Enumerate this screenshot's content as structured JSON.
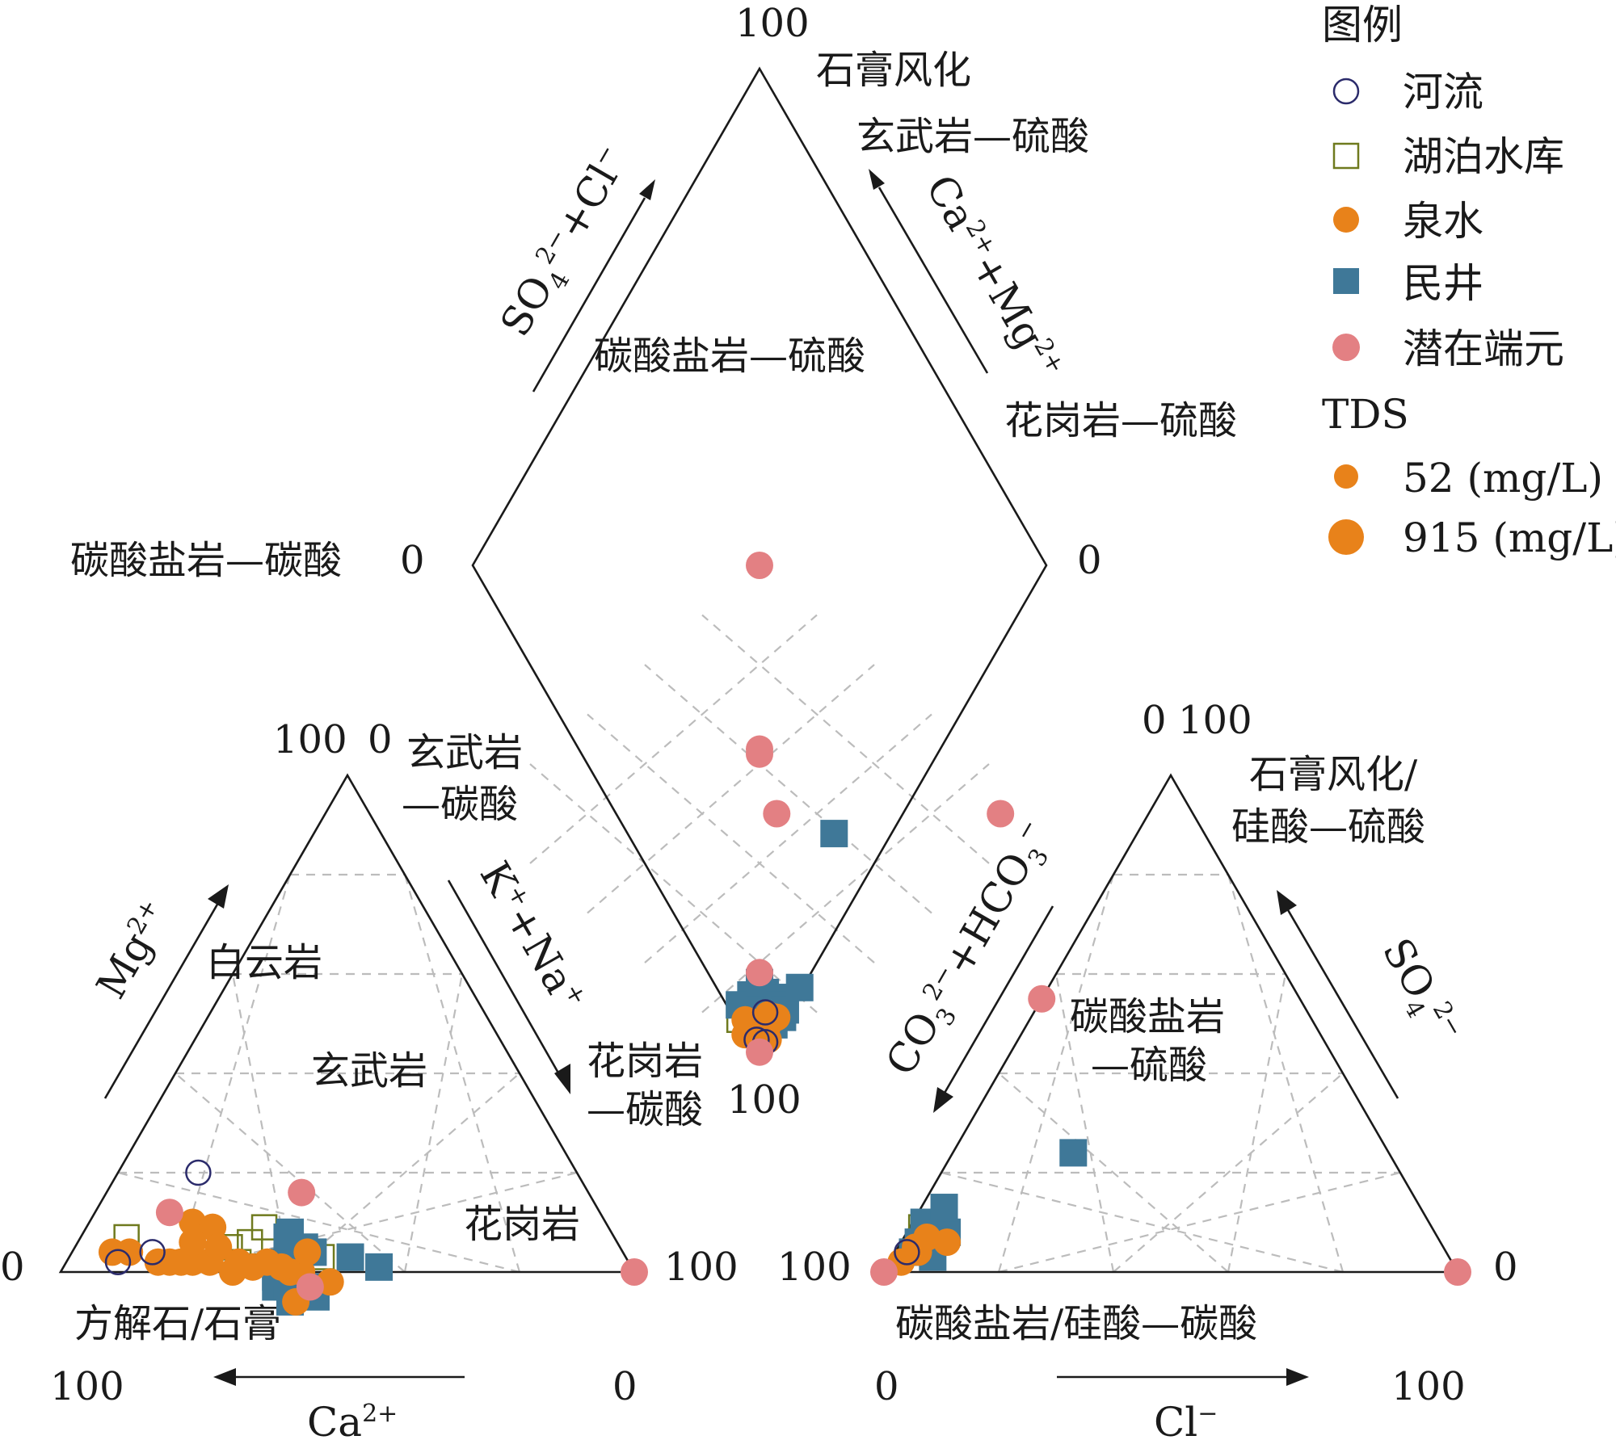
{
  "colors": {
    "river": "#2b2b6b",
    "lake": "#6f7a1e",
    "spring": "#e8821a",
    "well": "#3f7898",
    "endmember": "#e38083",
    "grid": "#bcbcbc",
    "frame": "#1a1a1a"
  },
  "chart_data": {
    "type": "scatter",
    "subtype": "piper-diagram",
    "cation_triangle": {
      "axes": [
        {
          "label": "Mg",
          "superscript": "2+",
          "direction": "up-left"
        },
        {
          "label": "K",
          "superscript": "+",
          "label2": "+Na",
          "superscript2": "+",
          "direction": "down-right"
        },
        {
          "label": "Ca",
          "superscript": "2+",
          "direction": "left"
        }
      ],
      "ticks": {
        "apex_left": "100",
        "apex_right": "0",
        "right_corner": "100",
        "left_corner": "0",
        "bottom_left": "100",
        "bottom_right": "0",
        "inner_right": "100"
      },
      "endmember_labels": [
        "玄武岩",
        "—碳酸",
        "白云岩",
        "玄武岩",
        "花岗岩",
        "—碳酸",
        "花岗岩",
        "方解石/石膏"
      ]
    },
    "anion_triangle": {
      "axes": [
        {
          "label": "CO",
          "subscript": "3",
          "superscript": "2−",
          "label2": "+HCO",
          "subscript2": "3",
          "superscript2": "−",
          "direction": "down-left"
        },
        {
          "label": "SO",
          "subscript": "4",
          "superscript": "2−",
          "direction": "up-right"
        },
        {
          "label": "Cl",
          "superscript": "−",
          "direction": "right"
        }
      ],
      "ticks": {
        "apex_left": "0",
        "apex_right": "100",
        "left_corner": "100",
        "right_corner": "0",
        "bottom_left": "0",
        "bottom_right": "100"
      },
      "endmember_labels": [
        "石膏风化/",
        "硅酸—硫酸",
        "碳酸盐岩",
        "—硫酸",
        "碳酸盐岩/硅酸—碳酸"
      ]
    },
    "diamond": {
      "axes": [
        {
          "label": "SO",
          "subscript": "4",
          "superscript": "2−",
          "label2": "+Cl",
          "superscript2": "−",
          "direction": "up-right"
        },
        {
          "label": "Ca",
          "superscript": "2+",
          "label2": "+Mg",
          "superscript2": "2+",
          "direction": "up-left"
        }
      ],
      "ticks": {
        "top": "100",
        "right": "0",
        "bottom": "100",
        "left": "0"
      },
      "endmember_labels": [
        "石膏风化",
        "玄武岩—硫酸",
        "碳酸盐岩—硫酸",
        "花岗岩—硫酸",
        "碳酸盐岩—碳酸"
      ]
    },
    "legend": {
      "title": "图例",
      "entries": [
        {
          "label": "河流",
          "marker": "open-circle",
          "color": "#2b2b6b"
        },
        {
          "label": "湖泊水库",
          "marker": "open-square",
          "color": "#6f7a1e"
        },
        {
          "label": "泉水",
          "marker": "filled-circle",
          "color": "#e8821a"
        },
        {
          "label": "民井",
          "marker": "filled-square",
          "color": "#3f7898"
        },
        {
          "label": "潜在端元",
          "marker": "filled-circle",
          "color": "#e38083"
        }
      ],
      "size_title": "TDS",
      "size_entries": [
        {
          "label": "52 (mg/L)",
          "value": 52
        },
        {
          "label": "915 (mg/L)",
          "value": 915
        }
      ]
    },
    "series": [
      {
        "name": "潜在端元",
        "marker": "filled-circle",
        "cation_points": [
          [
            0,
            100
          ],
          [
            58,
            45
          ],
          [
            50,
            34
          ],
          [
            75,
            13
          ]
        ],
        "anion_points": [
          [
            100,
            0
          ],
          [
            0,
            0
          ],
          [
            45,
            55
          ]
        ],
        "diamond_points": [
          [
            100,
            100
          ],
          [
            92,
            8
          ],
          [
            53,
            47
          ],
          [
            63,
            63
          ],
          [
            2,
            2
          ],
          [
            18,
            18
          ],
          [
            62,
            62
          ]
        ]
      },
      {
        "name": "河流",
        "marker": "open-circle",
        "cation_points": [
          [
            89,
            9
          ],
          [
            82,
            14
          ],
          [
            66,
            14
          ]
        ],
        "anion_points": [
          [
            94,
            4
          ]
        ],
        "diamond_points": [
          [
            5,
            3
          ],
          [
            11,
            9
          ],
          [
            4,
            5
          ]
        ]
      },
      {
        "name": "湖泊水库",
        "marker": "open-square",
        "cation_points": [
          [
            85,
            8
          ],
          [
            74,
            23
          ],
          [
            72,
            20
          ],
          [
            68,
            27
          ],
          [
            64,
            30
          ],
          [
            68,
            30
          ],
          [
            59,
            38
          ],
          [
            60,
            31
          ],
          [
            53,
            44
          ]
        ],
        "anion_points": [
          [
            90,
            6
          ],
          [
            86,
            8
          ],
          [
            89,
            9
          ]
        ],
        "diamond_points": [
          [
            9,
            11
          ],
          [
            10,
            12
          ],
          [
            12,
            10
          ],
          [
            14,
            12
          ],
          [
            8,
            7
          ],
          [
            5,
            6
          ],
          [
            5,
            12
          ]
        ]
      },
      {
        "name": "泉水",
        "marker": "filled-circle",
        "cation_points": [
          [
            89,
            7
          ],
          [
            86,
            10
          ],
          [
            82,
            16
          ],
          [
            80,
            18
          ],
          [
            76,
            22
          ],
          [
            73,
            25
          ],
          [
            72,
            18
          ],
          [
            70,
            30
          ],
          [
            69,
            22
          ],
          [
            68,
            30
          ],
          [
            66,
            33
          ],
          [
            63,
            35
          ],
          [
            60,
            40
          ],
          [
            58,
            42
          ],
          [
            62,
            44
          ],
          [
            61,
            38
          ],
          [
            54,
            48
          ],
          [
            55,
            41
          ],
          [
            70,
            25
          ],
          [
            78,
            20
          ],
          [
            74,
            20
          ]
        ],
        "anion_points": [
          [
            96,
            2
          ],
          [
            92,
            5
          ],
          [
            89,
            7
          ],
          [
            92,
            4
          ],
          [
            86,
            6
          ]
        ],
        "diamond_points": [
          [
            5,
            8
          ],
          [
            7,
            9
          ],
          [
            4,
            4
          ],
          [
            6,
            3
          ],
          [
            9,
            6
          ],
          [
            11,
            8
          ],
          [
            12,
            6
          ],
          [
            3,
            8
          ],
          [
            6,
            11
          ]
        ]
      },
      {
        "name": "民井",
        "marker": "filled-square",
        "cation_points": [
          [
            58,
            47
          ],
          [
            63,
            43
          ],
          [
            63,
            38
          ],
          [
            60,
            38
          ],
          [
            55,
            40
          ],
          [
            58,
            45
          ],
          [
            57,
            37
          ],
          [
            57,
            36
          ],
          [
            54,
            42
          ],
          [
            64,
            39
          ],
          [
            62,
            41
          ],
          [
            48,
            49
          ],
          [
            44,
            55
          ],
          [
            59,
            41
          ],
          [
            56,
            36
          ],
          [
            62,
            38
          ]
        ],
        "anion_points": [
          [
            93,
            4
          ],
          [
            90,
            6
          ],
          [
            90,
            3
          ],
          [
            87,
            7
          ],
          [
            85,
            8
          ],
          [
            88,
            10
          ],
          [
            83,
            13
          ],
          [
            91,
            6
          ],
          [
            55,
            24
          ]
        ],
        "diamond_points": [
          [
            12,
            13
          ],
          [
            10,
            12
          ],
          [
            15,
            13
          ],
          [
            15,
            10
          ],
          [
            12,
            15
          ],
          [
            16,
            10
          ],
          [
            13,
            5
          ],
          [
            8,
            15
          ],
          [
            10,
            5
          ],
          [
            10,
            8
          ],
          [
            16,
            16
          ],
          [
            15,
            8
          ],
          [
            15,
            6
          ],
          [
            22,
            8
          ],
          [
            59,
            33
          ]
        ]
      }
    ]
  }
}
